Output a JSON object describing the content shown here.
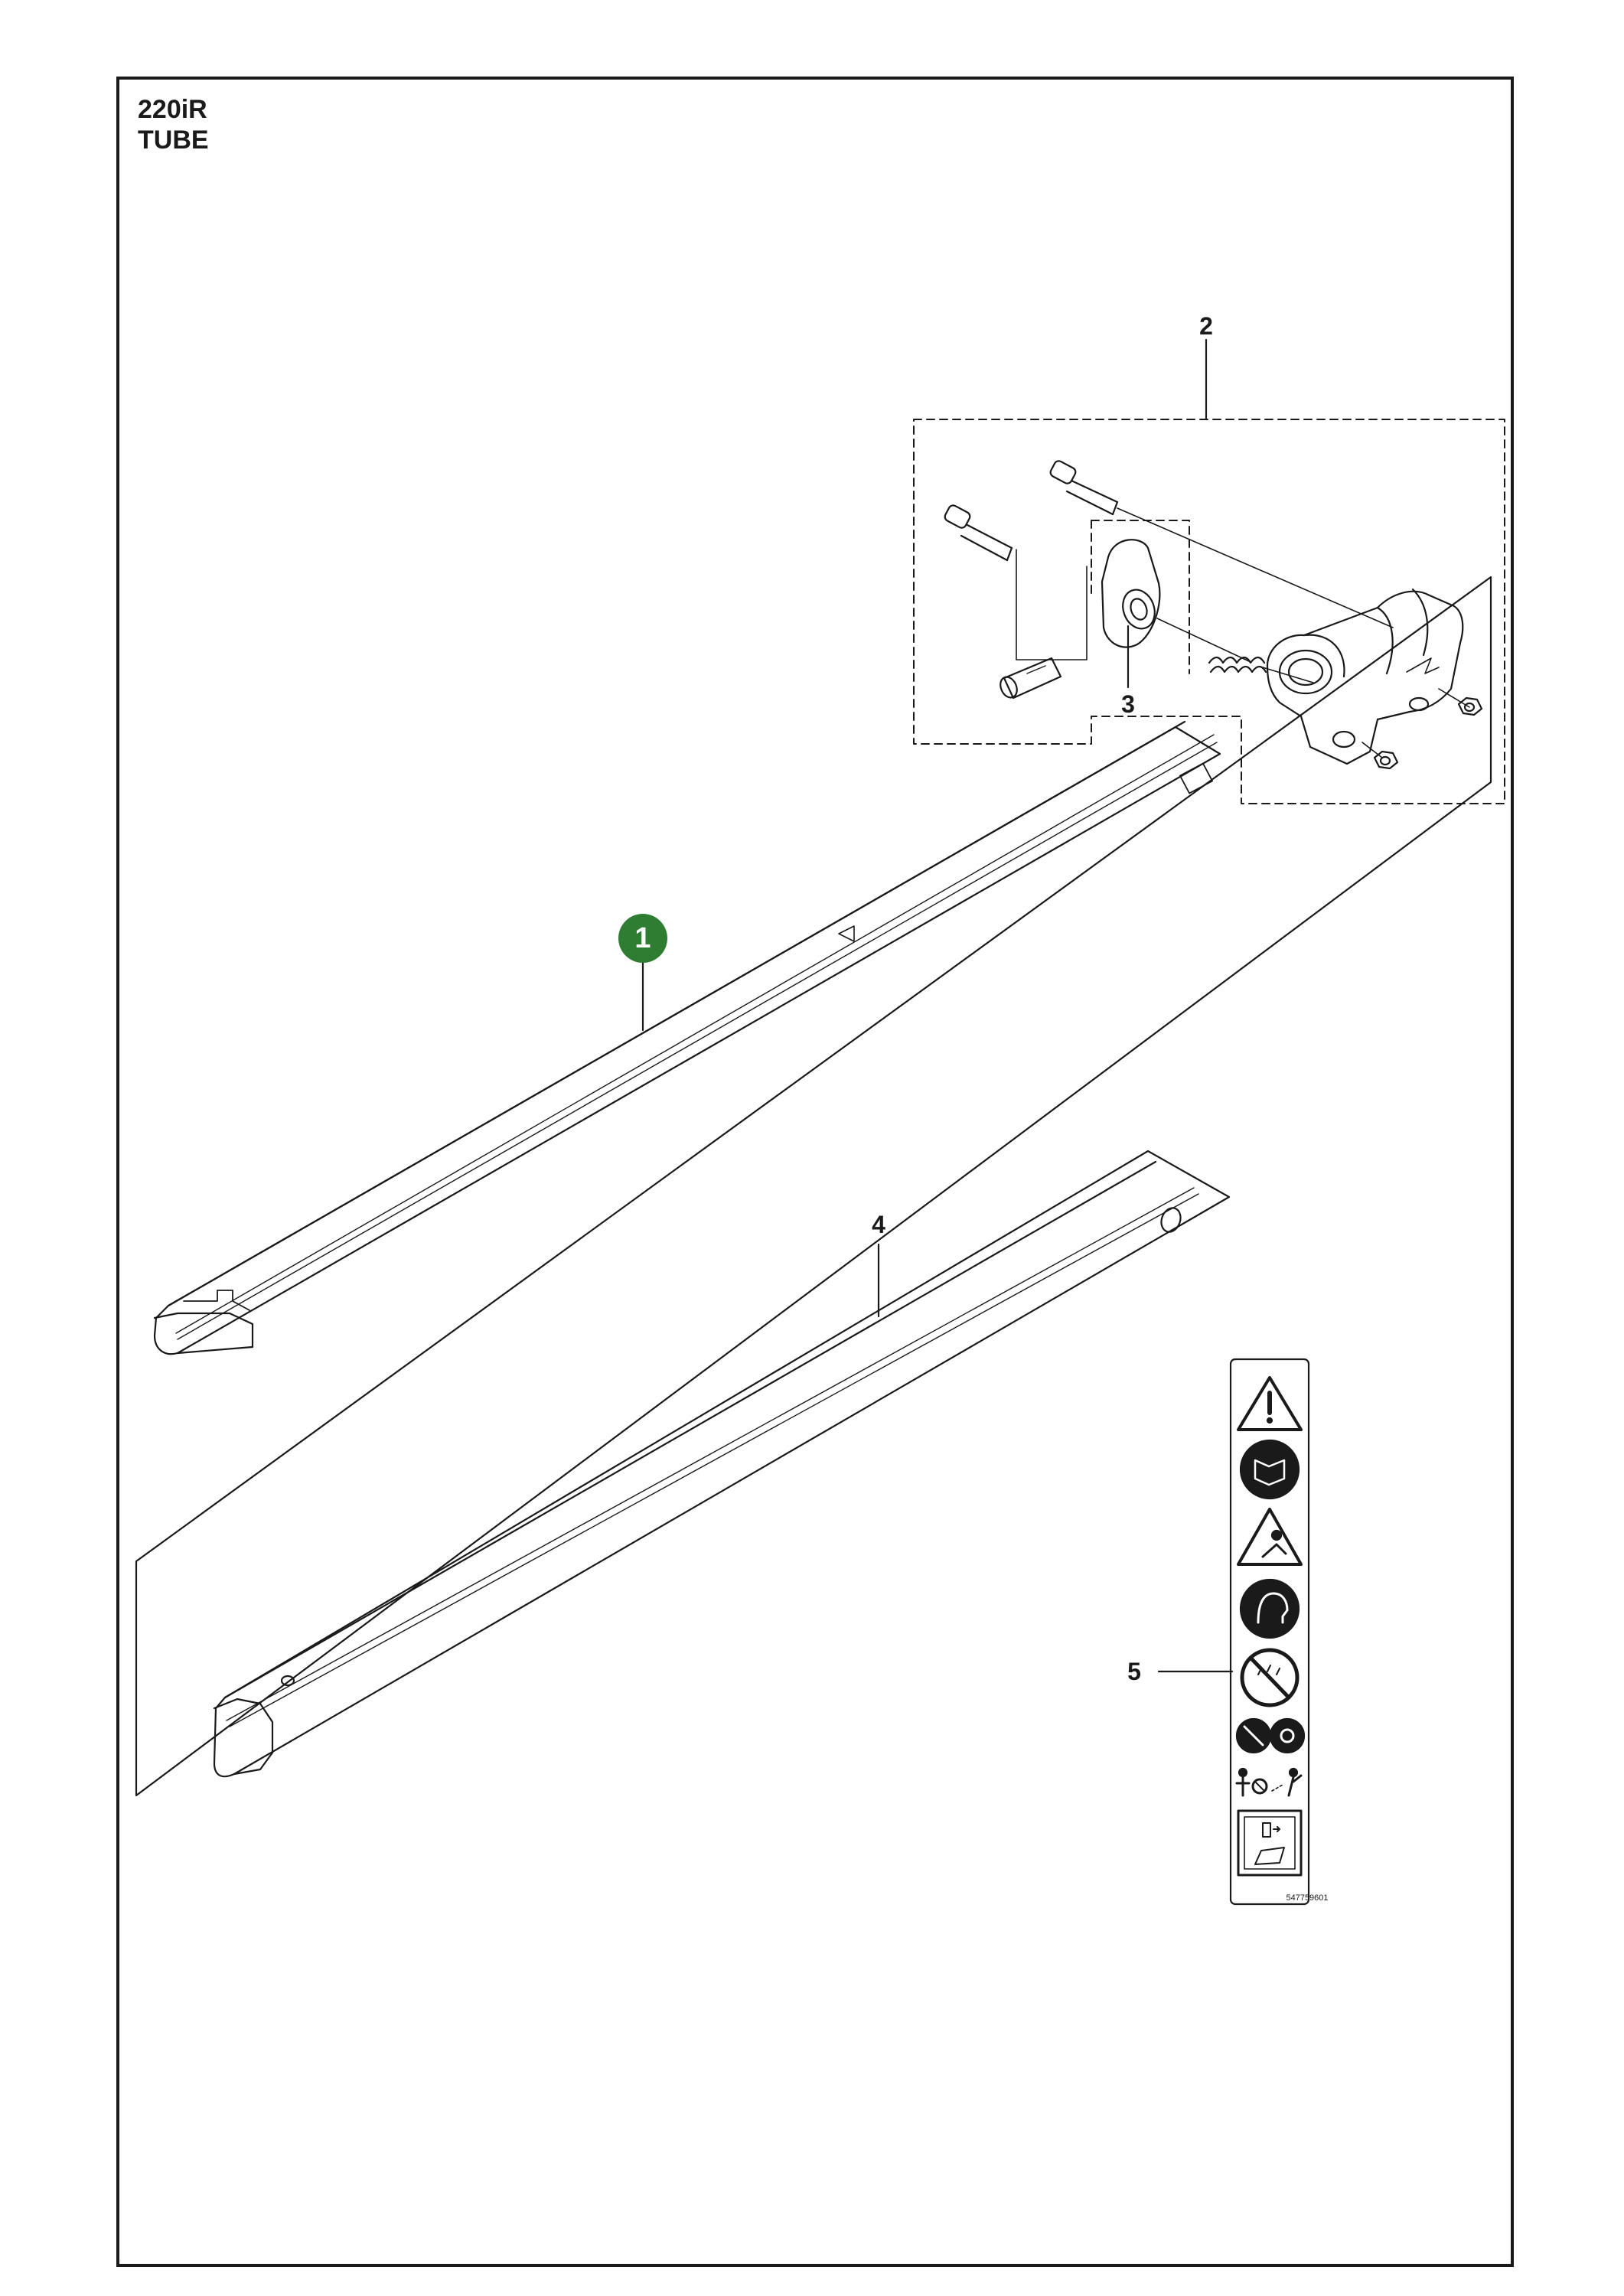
{
  "header": {
    "model": "220iR",
    "section": "TUBE"
  },
  "callouts": {
    "item_1": "1",
    "item_2": "2",
    "item_3": "3",
    "item_4": "4",
    "item_5": "5"
  },
  "decal": {
    "part_number": "547759601",
    "icons": [
      "warning-triangle-icon",
      "read-manual-icon",
      "thrown-objects-warning-icon",
      "protective-gear-icon",
      "no-rain-icon",
      "eye-ear-protection-icon",
      "bystander-distance-icon",
      "manual-reference-icon"
    ]
  },
  "colors": {
    "highlight_badge": "#2f7d32",
    "line": "#1a1a1a"
  }
}
